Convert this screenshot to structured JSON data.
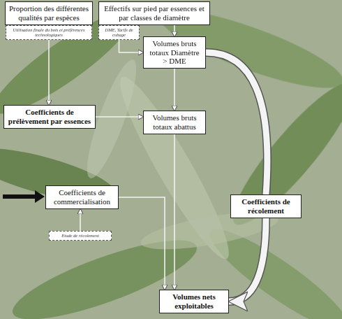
{
  "diagram": {
    "nodes": [
      {
        "text": [
          "Proportion des différentes qualités par espèces"
        ]
      },
      {
        "text": [
          "Effectifs sur pied par essences et par classes de diamètre"
        ]
      },
      {
        "text": [
          "Utilisation finale du bois et préférences technologiques"
        ]
      },
      {
        "text": [
          "DME, Tarifs de cubage"
        ]
      },
      {
        "text": [
          "Volumes bruts totaux Diamètre > DME"
        ]
      },
      {
        "text": [
          "Coefficients de prélèvement par essences"
        ]
      },
      {
        "text": [
          "Volumes bruts totaux abattus"
        ]
      },
      {
        "text": [
          "Coefficients de récolement"
        ]
      },
      {
        "text": [
          "Coefficients de commercialisation"
        ]
      },
      {
        "text": [
          "Etude de récolement"
        ]
      },
      {
        "text": [
          "Volumes nets exploitables"
        ]
      }
    ],
    "edges": [
      {
        "from": 0,
        "to": 2,
        "arrow": "none"
      },
      {
        "from": 2,
        "to": 5,
        "arrow": "to"
      },
      {
        "from": 1,
        "to": 4,
        "arrow": "to"
      },
      {
        "from": 3,
        "to": 4,
        "arrow": "to"
      },
      {
        "from": 4,
        "to": 6,
        "arrow": "to"
      },
      {
        "from": 5,
        "to": 6,
        "arrow": "to"
      },
      {
        "from": 6,
        "to": 10,
        "arrow": "to"
      },
      {
        "from": 8,
        "to": 10,
        "arrow": "to"
      },
      {
        "from": 9,
        "to": 8,
        "arrow": "to"
      },
      {
        "from": 4,
        "to": 7,
        "arrow": "none"
      },
      {
        "from": 7,
        "to": 10,
        "arrow": "to"
      }
    ]
  }
}
